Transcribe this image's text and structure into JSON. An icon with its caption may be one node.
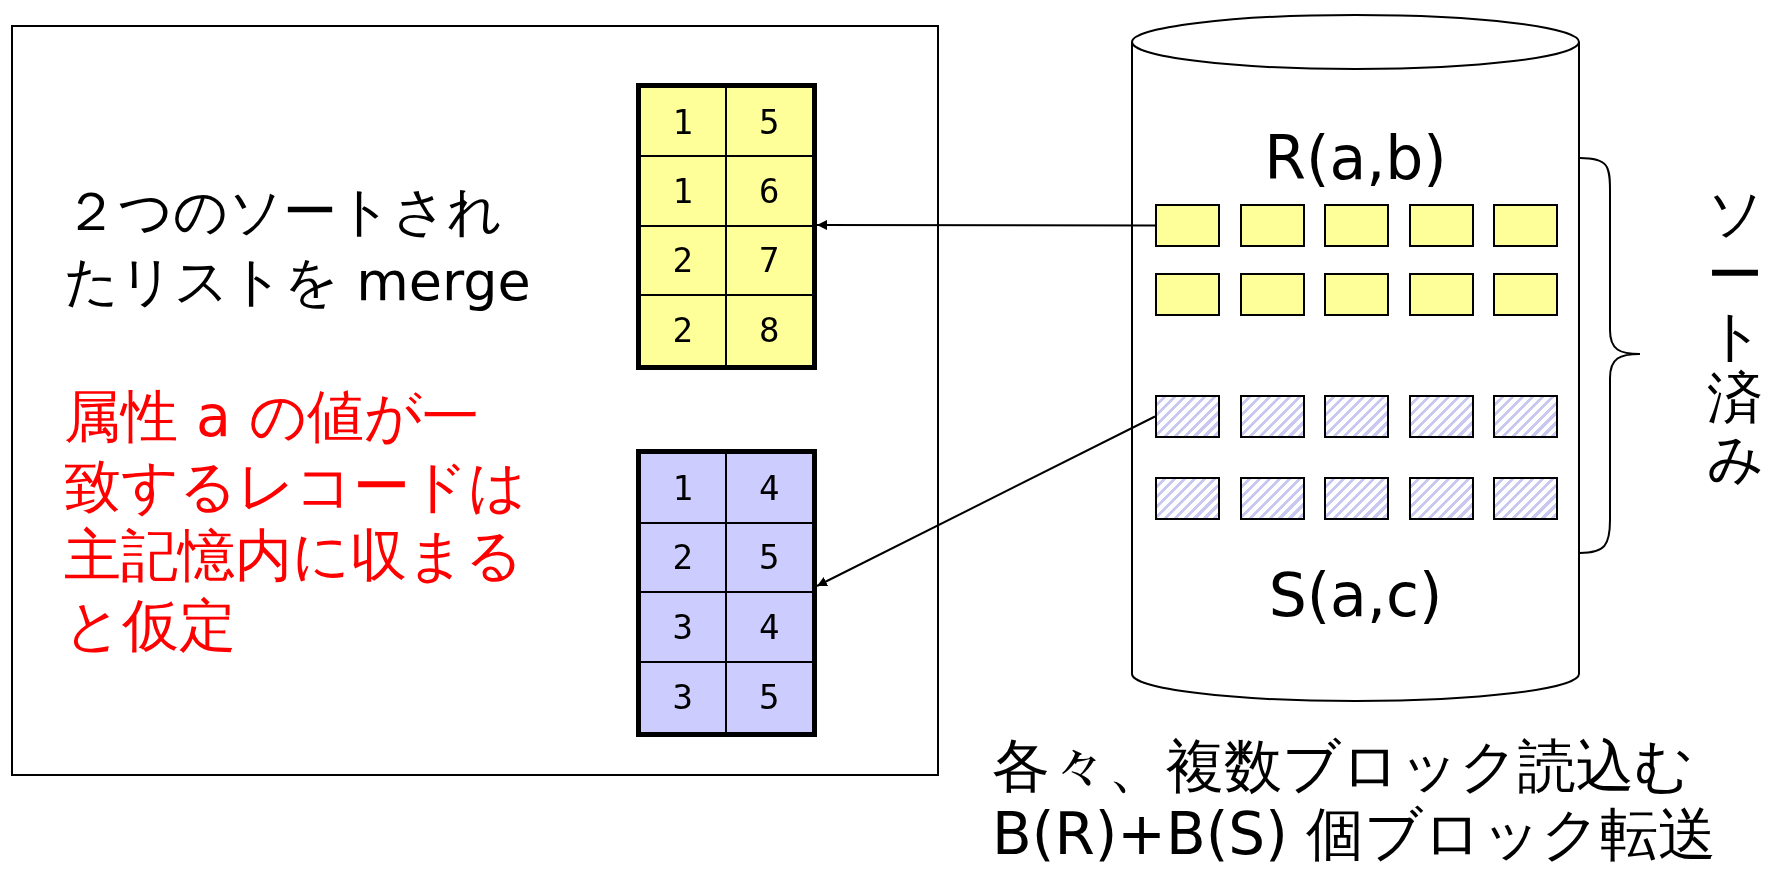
{
  "diagram": {
    "nodes": [
      {
        "text": [
          "２つのソートされたリストを merge",
          "属性 a の値が一致するレコードは主記憶内に収まると仮定"
        ]
      },
      {
        "text": [
          "1",
          "5",
          "1",
          "6",
          "2",
          "7",
          "2",
          "8"
        ],
        "in": 0
      },
      {
        "text": [
          "1",
          "4",
          "2",
          "5",
          "3",
          "4",
          "3",
          "5"
        ],
        "in": 0
      },
      {
        "text": [
          "R(a,b)",
          "S(a,c)"
        ]
      },
      {
        "text": [],
        "shape": "box",
        "in": 3
      },
      {
        "text": [],
        "shape": "box",
        "in": 3
      },
      {
        "text": [],
        "shape": "box",
        "in": 3
      },
      {
        "text": [],
        "shape": "box",
        "in": 3
      },
      {
        "text": [],
        "shape": "box",
        "in": 3
      },
      {
        "text": [],
        "shape": "box",
        "in": 3
      },
      {
        "text": [],
        "shape": "box",
        "in": 3
      },
      {
        "text": [],
        "shape": "box",
        "in": 3
      },
      {
        "text": [],
        "shape": "box",
        "in": 3
      },
      {
        "text": [],
        "shape": "box",
        "in": 3
      },
      {
        "text": [],
        "shape": "box",
        "in": 3
      },
      {
        "text": [],
        "shape": "box",
        "in": 3
      },
      {
        "text": [],
        "shape": "box",
        "in": 3
      },
      {
        "text": [],
        "shape": "box",
        "in": 3
      },
      {
        "text": [],
        "shape": "box",
        "in": 3
      },
      {
        "text": [],
        "shape": "box",
        "in": 3
      },
      {
        "text": [],
        "shape": "box",
        "in": 3
      },
      {
        "text": [],
        "shape": "box",
        "in": 3
      },
      {
        "text": [],
        "shape": "box",
        "in": 3
      },
      {
        "text": [],
        "shape": "box",
        "in": 3
      }
    ],
    "edges": [
      {
        "from": 4,
        "to": 1,
        "arrow": "to"
      },
      {
        "from": 14,
        "to": 2,
        "arrow": "to"
      }
    ],
    "labels": [
      "ソート済み",
      "各々、複数ブロック読込む",
      "B(R)+B(S) 個ブロック転送"
    ]
  }
}
